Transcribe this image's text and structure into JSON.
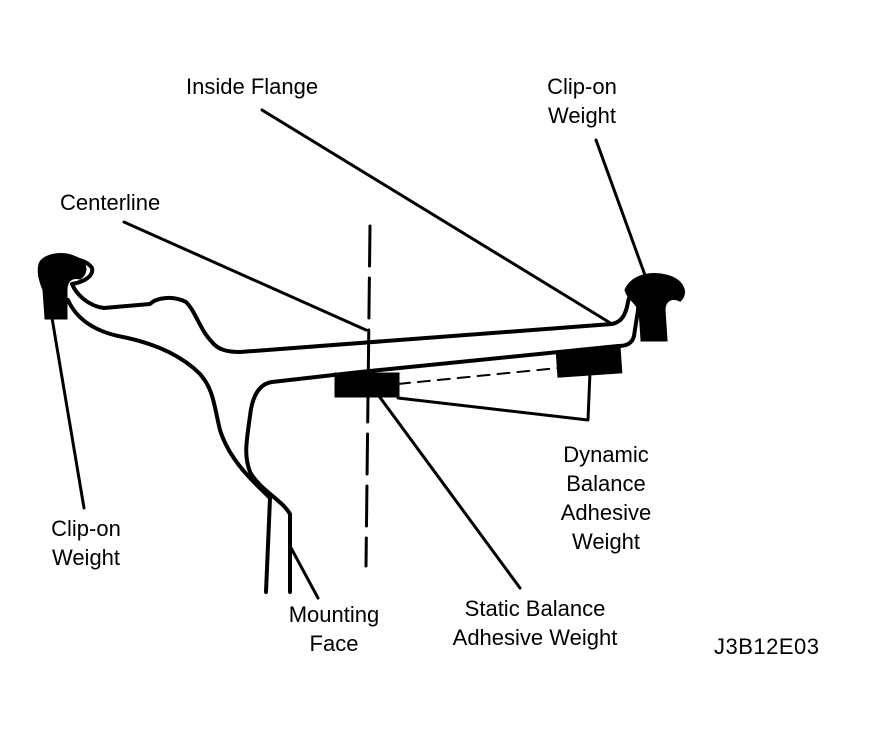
{
  "diagram": {
    "labels": {
      "inside_flange": "Inside Flange",
      "clip_on_weight_right": "Clip-on\nWeight",
      "centerline": "Centerline",
      "clip_on_weight_left": "Clip-on\nWeight",
      "dynamic_balance": "Dynamic\nBalance\nAdhesive\nWeight",
      "static_balance": "Static Balance\nAdhesive Weight",
      "mounting_face": "Mounting\nFace",
      "figure_code": "J3B12E03"
    },
    "colors": {
      "line": "#000000",
      "background": "#ffffff"
    }
  }
}
